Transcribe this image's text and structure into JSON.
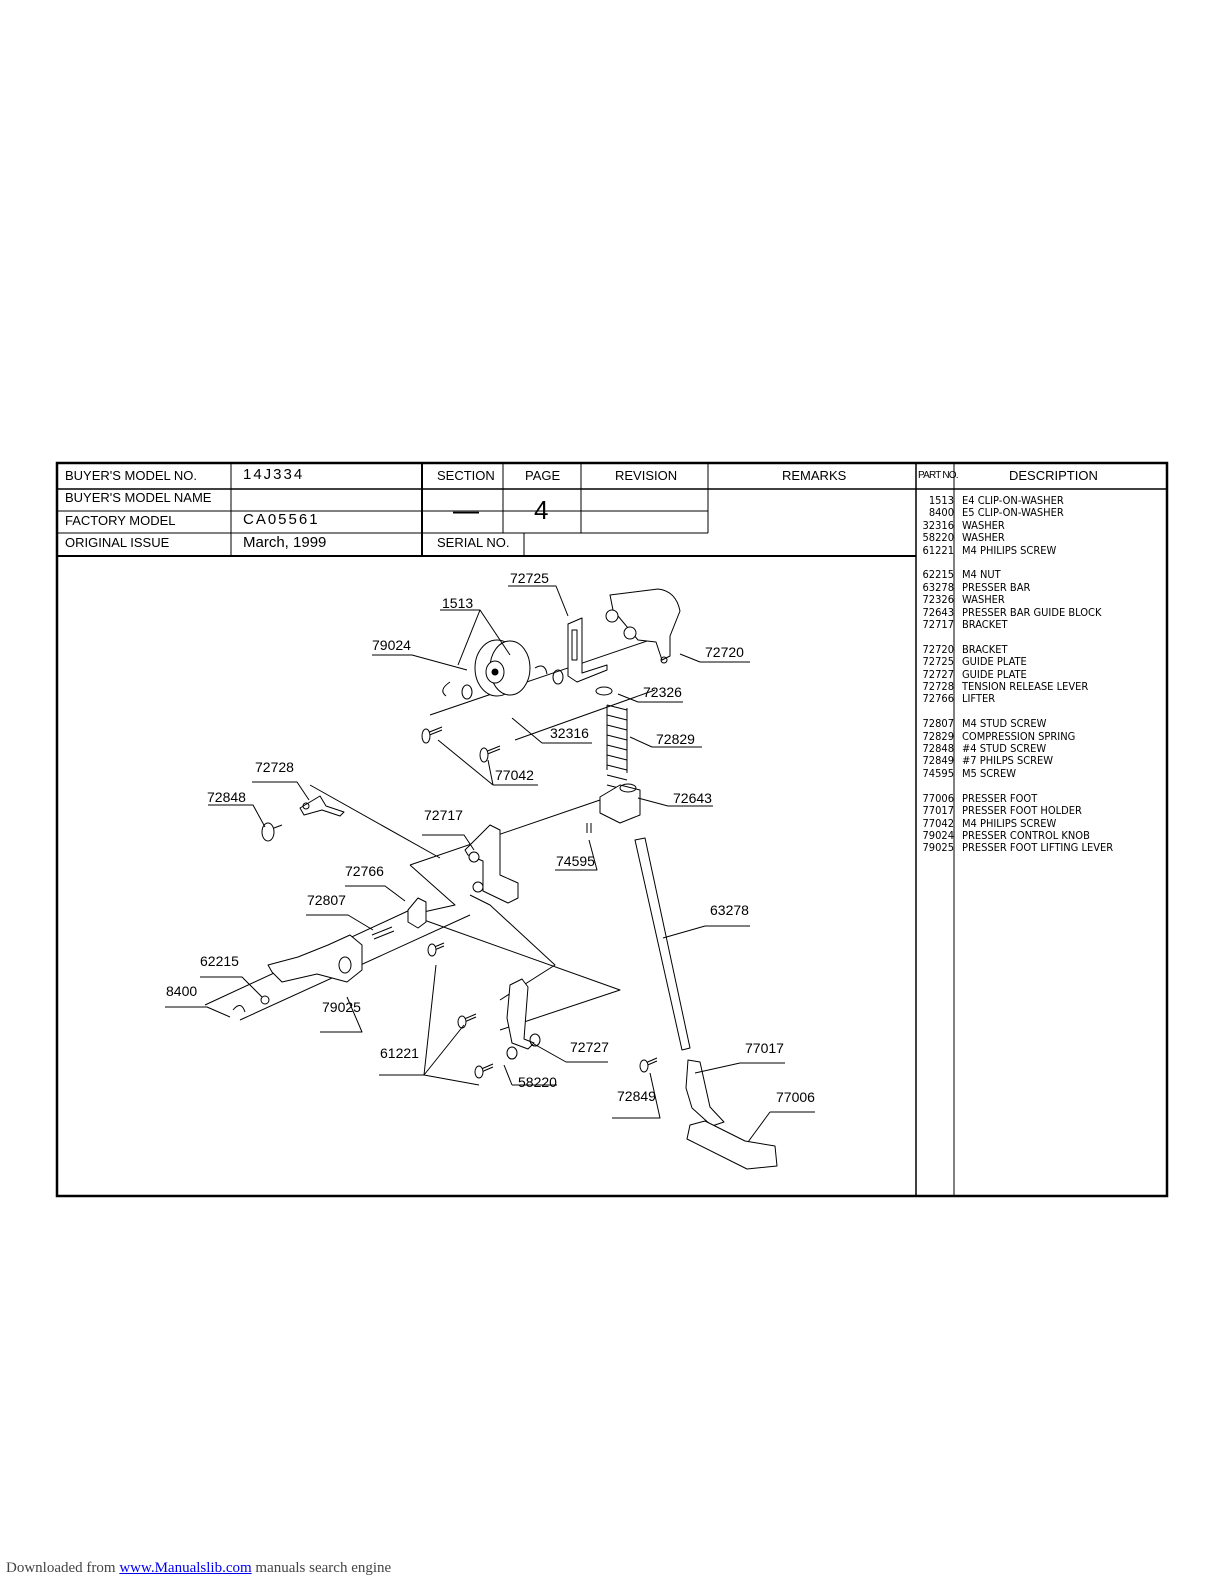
{
  "header": {
    "buyers_model_no_label": "BUYER'S MODEL NO.",
    "buyers_model_no": "14J334",
    "buyers_model_name_label": "BUYER'S MODEL NAME",
    "buyers_model_name": "",
    "factory_model_label": "FACTORY MODEL",
    "factory_model": "CA05561",
    "original_issue_label": "ORIGINAL ISSUE",
    "original_issue": "March,  1999",
    "section_label": "SECTION",
    "section": "—",
    "page_label": "PAGE",
    "page": "4",
    "revision_label": "REVISION",
    "remarks_label": "REMARKS",
    "serial_no_label": "SERIAL NO.",
    "part_no_label": "PART NO.",
    "description_label": "DESCRIPTION"
  },
  "parts": [
    {
      "no": "1513",
      "desc": "E4 CLIP-ON-WASHER"
    },
    {
      "no": "8400",
      "desc": "E5 CLIP-ON-WASHER"
    },
    {
      "no": "32316",
      "desc": "WASHER"
    },
    {
      "no": "58220",
      "desc": "WASHER"
    },
    {
      "no": "61221",
      "desc": "M4 PHILIPS SCREW"
    },
    {
      "no": "62215",
      "desc": "M4 NUT"
    },
    {
      "no": "63278",
      "desc": "PRESSER BAR"
    },
    {
      "no": "72326",
      "desc": "WASHER"
    },
    {
      "no": "72643",
      "desc": "PRESSER BAR GUIDE BLOCK"
    },
    {
      "no": "72717",
      "desc": "BRACKET"
    },
    {
      "no": "72720",
      "desc": "BRACKET"
    },
    {
      "no": "72725",
      "desc": "GUIDE PLATE"
    },
    {
      "no": "72727",
      "desc": "GUIDE PLATE"
    },
    {
      "no": "72728",
      "desc": "TENSION RELEASE LEVER"
    },
    {
      "no": "72766",
      "desc": "LIFTER"
    },
    {
      "no": "72807",
      "desc": "M4 STUD SCREW"
    },
    {
      "no": "72829",
      "desc": "COMPRESSION SPRING"
    },
    {
      "no": "72848",
      "desc": "#4 STUD SCREW"
    },
    {
      "no": "72849",
      "desc": "#7 PHILPS SCREW"
    },
    {
      "no": "74595",
      "desc": "M5 SCREW"
    },
    {
      "no": "77006",
      "desc": "PRESSER FOOT"
    },
    {
      "no": "77017",
      "desc": "PRESSER FOOT HOLDER"
    },
    {
      "no": "77042",
      "desc": "M4 PHILIPS SCREW"
    },
    {
      "no": "79024",
      "desc": "PRESSER CONTROL KNOB"
    },
    {
      "no": "79025",
      "desc": "PRESSER FOOT LIFTING LEVER"
    }
  ],
  "diagram_labels": {
    "l1513": "1513",
    "l72725": "72725",
    "l79024": "79024",
    "l72720": "72720",
    "l72326": "72326",
    "l32316": "32316",
    "l72829": "72829",
    "l77042": "77042",
    "l72728": "72728",
    "l72848": "72848",
    "l72643": "72643",
    "l72717": "72717",
    "l74595": "74595",
    "l72766": "72766",
    "l72807": "72807",
    "l63278": "63278",
    "l62215": "62215",
    "l8400": "8400",
    "l79025": "79025",
    "l72727": "72727",
    "l61221": "61221",
    "l77017": "77017",
    "l58220": "58220",
    "l72849": "72849",
    "l77006": "77006"
  },
  "footer": {
    "prefix": "Downloaded from ",
    "link": "www.Manualslib.com",
    "suffix": "  manuals search engine"
  }
}
